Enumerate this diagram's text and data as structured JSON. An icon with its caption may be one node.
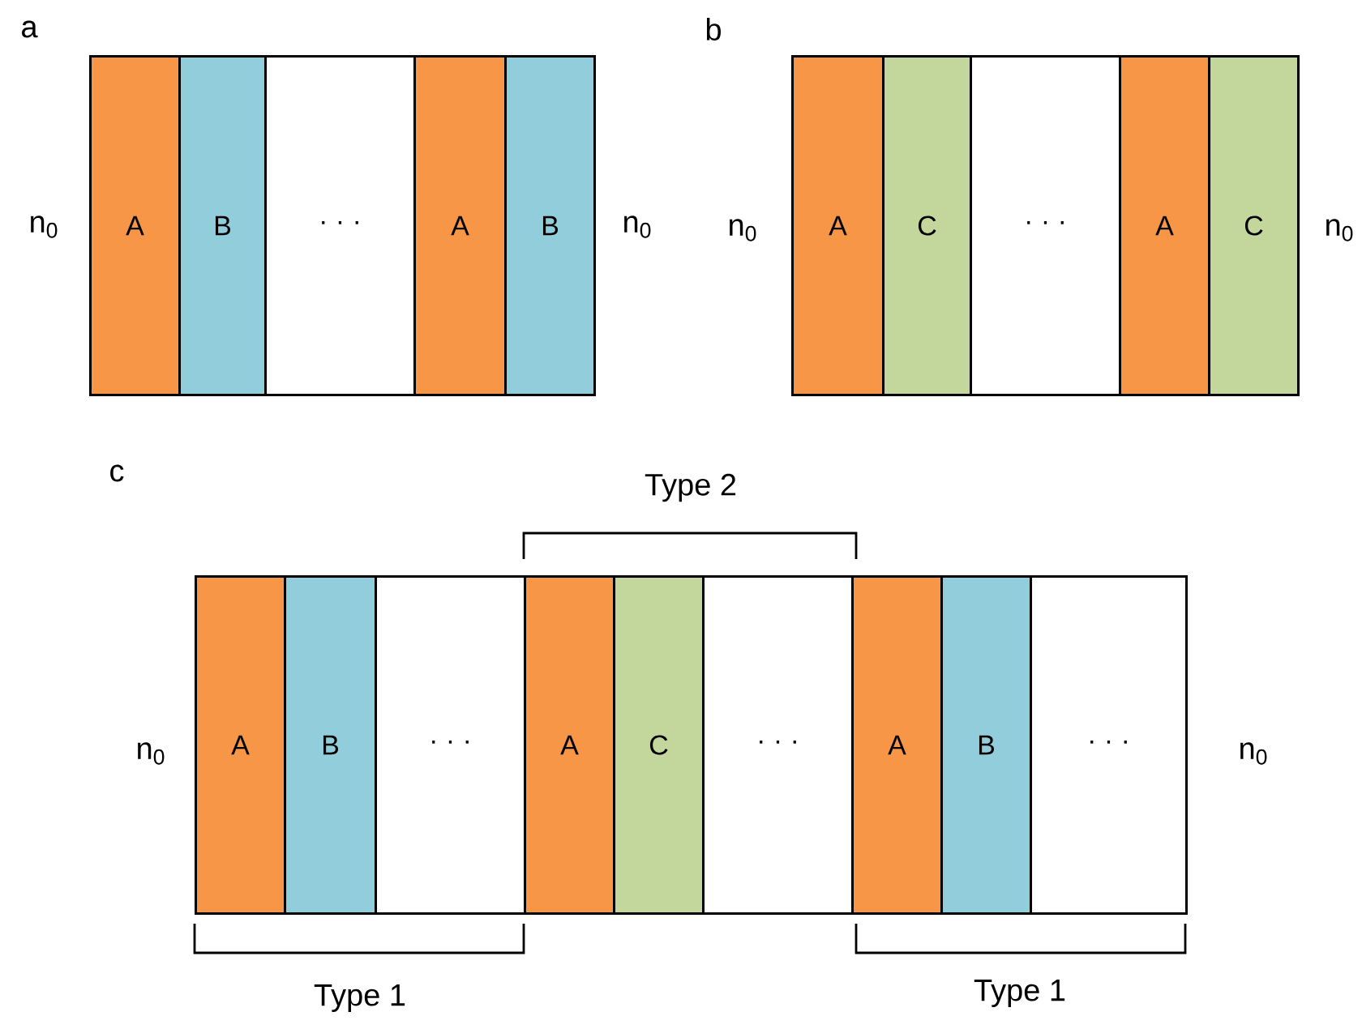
{
  "diagram": {
    "nodes": [
      {
        "text": [
          "A"
        ]
      },
      {
        "text": [
          "B"
        ]
      },
      {
        "text": [
          "· · ·"
        ]
      },
      {
        "text": [
          "A"
        ]
      },
      {
        "text": [
          "B"
        ]
      },
      {
        "text": [
          "A"
        ]
      },
      {
        "text": [
          "C"
        ]
      },
      {
        "text": [
          "· · ·"
        ]
      },
      {
        "text": [
          "A"
        ]
      },
      {
        "text": [
          "C"
        ]
      },
      {
        "text": [
          "A"
        ]
      },
      {
        "text": [
          "B"
        ]
      },
      {
        "text": [
          "· · ·"
        ]
      },
      {
        "text": [
          "A"
        ]
      },
      {
        "text": [
          "C"
        ]
      },
      {
        "text": [
          "· · ·"
        ]
      },
      {
        "text": [
          "A"
        ]
      },
      {
        "text": [
          "B"
        ]
      },
      {
        "text": [
          "· · ·"
        ]
      }
    ],
    "labels": [
      "a",
      "n$_{0}$",
      "n$_{0}$",
      "b",
      "n$_{0}$",
      "n$_{0}$",
      "c",
      "Type 2",
      "n$_{0}$",
      "n$_{0}$",
      "Type 1",
      "Type 1"
    ]
  }
}
